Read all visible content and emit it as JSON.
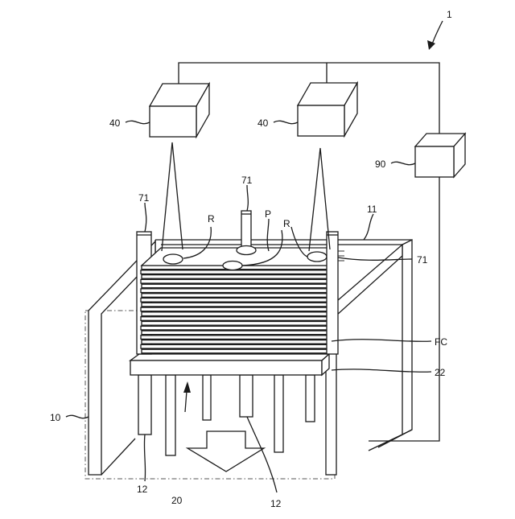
{
  "figure": {
    "labels": {
      "device": "1",
      "camera_left": "40",
      "camera_right": "40",
      "controller": "90",
      "post_top": "71",
      "post_left": "71",
      "post_right": "71",
      "frame_top": "11",
      "ref_left": "R",
      "ref_right": "R",
      "panel": "P",
      "stack": "FC",
      "plate": "22",
      "housing": "10",
      "lift": "20",
      "rod_left": "12",
      "rod_right": "12"
    }
  }
}
